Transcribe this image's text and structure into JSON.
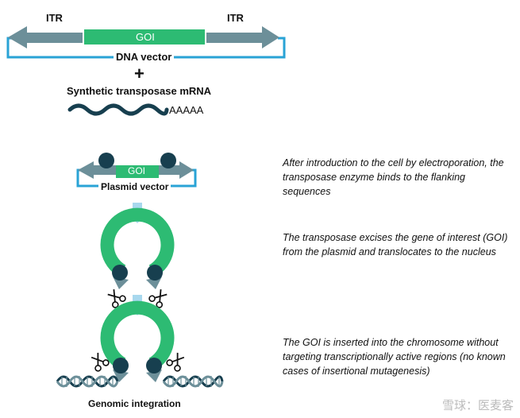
{
  "top": {
    "itr_left": "ITR",
    "itr_right": "ITR",
    "goi": "GOI",
    "dna_vector": "DNA vector",
    "plus": "+",
    "mrna_label": "Synthetic transposase mRNA",
    "poly_a": "AAAAA"
  },
  "plasmid": {
    "goi": "GOI",
    "label": "Plasmid vector"
  },
  "integration": {
    "label": "Genomic integration"
  },
  "steps": [
    "After introduction to the cell by electroporation, the transposase enzyme binds to the flanking sequences",
    "The transposase excises the gene of interest (GOI) from the plasmid and translocates to the nucleus",
    "The GOI is inserted into the chromosome without targeting transcriptionally active regions (no known cases of insertional mutagenesis)"
  ],
  "watermark": "雪球：医麦客",
  "colors": {
    "green": "#2dbb73",
    "itr": "#6c8f99",
    "vector_line": "#29a3d6",
    "enzyme": "#173f4f",
    "arrow_down": "#a8d8ee"
  }
}
